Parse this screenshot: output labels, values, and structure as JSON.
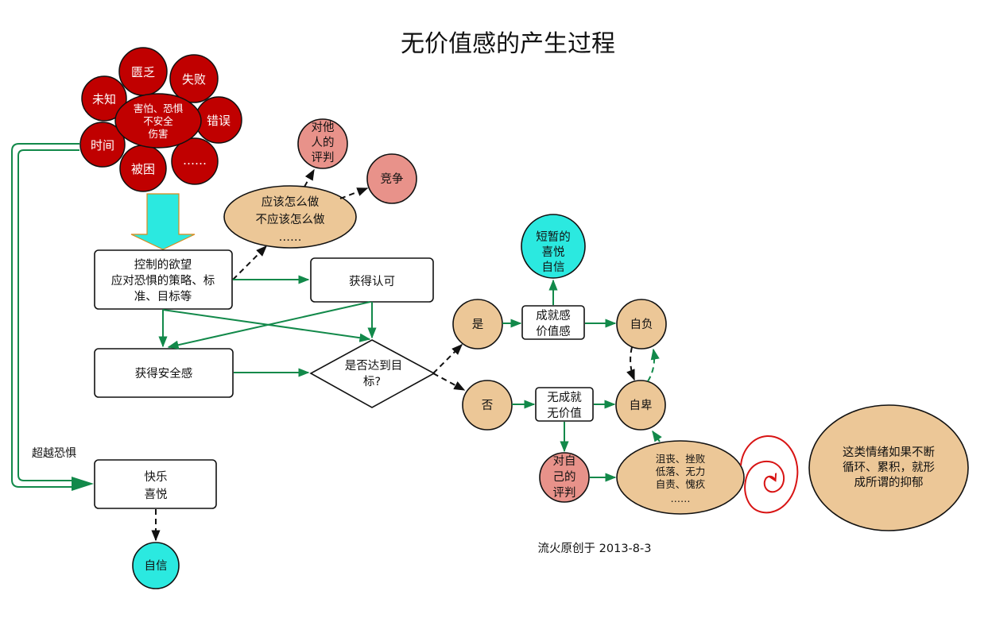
{
  "title": "无价值感的产生过程",
  "colors": {
    "fear_red": "#c00000",
    "judge_pink": "#e8928a",
    "tan": "#ecc797",
    "cyan": "#2be9e0",
    "green_arrow": "#12894a",
    "spiral_red": "#d81414",
    "arrow_orange_border": "#d98a1a"
  },
  "fear_cluster": {
    "center": [
      "害怕、恐惧",
      "不安全",
      "伤害"
    ],
    "petals": [
      "匮乏",
      "失败",
      "未知",
      "错误",
      "时间",
      "被困",
      "……"
    ]
  },
  "nodes": {
    "control": [
      "控制的欲望",
      "应对恐惧的策略、标",
      "准、目标等"
    ],
    "should": [
      "应该怎么做",
      "不应该怎么做",
      "……"
    ],
    "judge_others": [
      "对他",
      "人的",
      "评判"
    ],
    "compete": "竞争",
    "recognition": "获得认可",
    "security": "获得安全感",
    "goal_decision": [
      "是否达到目",
      "标?"
    ],
    "yes": "是",
    "no": "否",
    "achievement": [
      "成就感",
      "价值感"
    ],
    "short_joy": [
      "短暂的",
      "喜悦",
      "自信"
    ],
    "arrogance": "自负",
    "inferiority": "自卑",
    "no_achievement": [
      "无成就",
      "无价值"
    ],
    "judge_self": [
      "对自",
      "己的",
      "评判"
    ],
    "emotions": [
      "沮丧、挫败",
      "低落、无力",
      "自责、愧疚",
      "……"
    ],
    "depression_note": [
      "这类情绪如果不断",
      "循环、累积，就形",
      "成所谓的抑郁"
    ],
    "transcend_label": "超越恐惧",
    "joy": [
      "快乐",
      "喜悦"
    ],
    "confidence": "自信"
  },
  "footer": "流火原创于 2013-8-3"
}
